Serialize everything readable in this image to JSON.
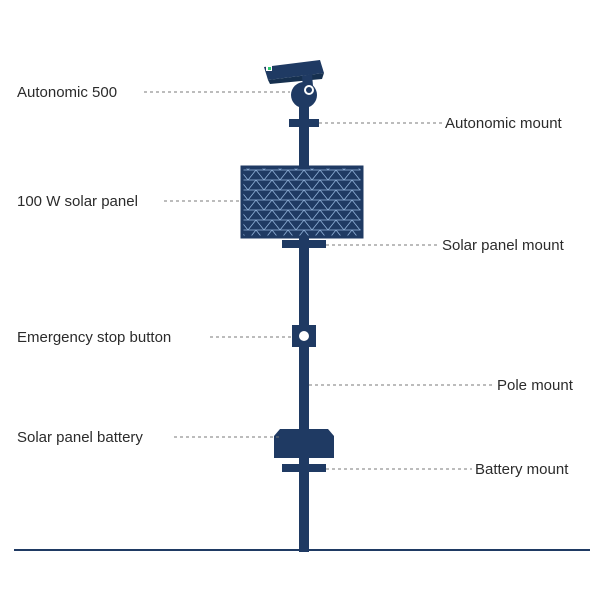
{
  "labels": {
    "camera": "Autonomic 500",
    "camera_mount": "Autonomic mount",
    "solar_panel": "100 W solar panel",
    "solar_panel_mount": "Solar panel mount",
    "estop": "Emergency stop button",
    "pole_mount": "Pole mount",
    "battery": "Solar panel battery",
    "battery_mount": "Battery mount"
  },
  "colors": {
    "equipment": "#1f3a63",
    "panel_grid": "#8fb0d8",
    "text": "#2b2b2b",
    "leader": "#7a7a7a",
    "ground": "#1f3a63"
  }
}
